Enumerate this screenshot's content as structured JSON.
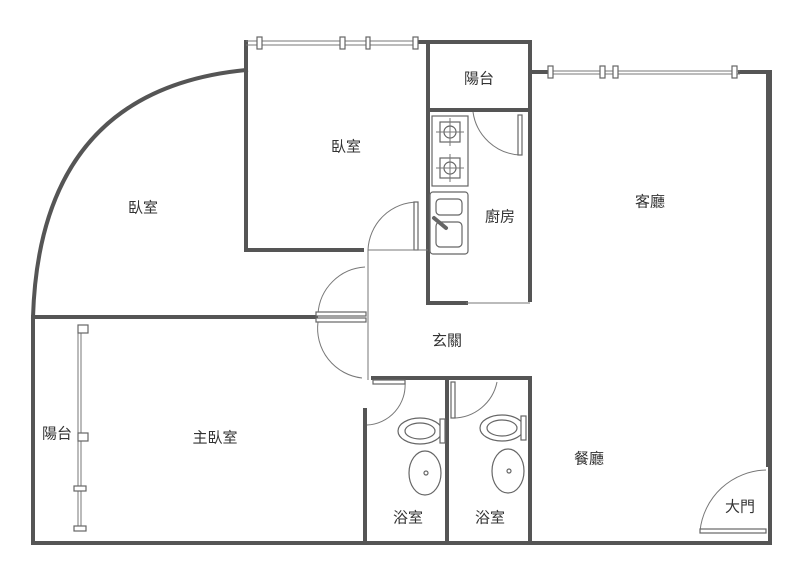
{
  "rooms": {
    "balcony_top": "陽台",
    "bedroom_top": "臥室",
    "bedroom_left": "臥室",
    "kitchen": "廚房",
    "living_room": "客廳",
    "entrance": "玄關",
    "master_bedroom": "主臥室",
    "balcony_left": "陽台",
    "dining_room": "餐廳",
    "bathroom_1": "浴室",
    "bathroom_2": "浴室",
    "main_door": "大門"
  },
  "colors": {
    "wall": "#555555",
    "background": "#ffffff"
  }
}
